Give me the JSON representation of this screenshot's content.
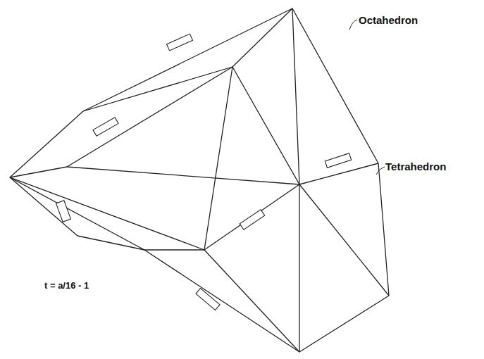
{
  "diagram": {
    "labels": [
      "Octahedron",
      "Tetrahedron",
      "t = a/16 - 1"
    ]
  }
}
